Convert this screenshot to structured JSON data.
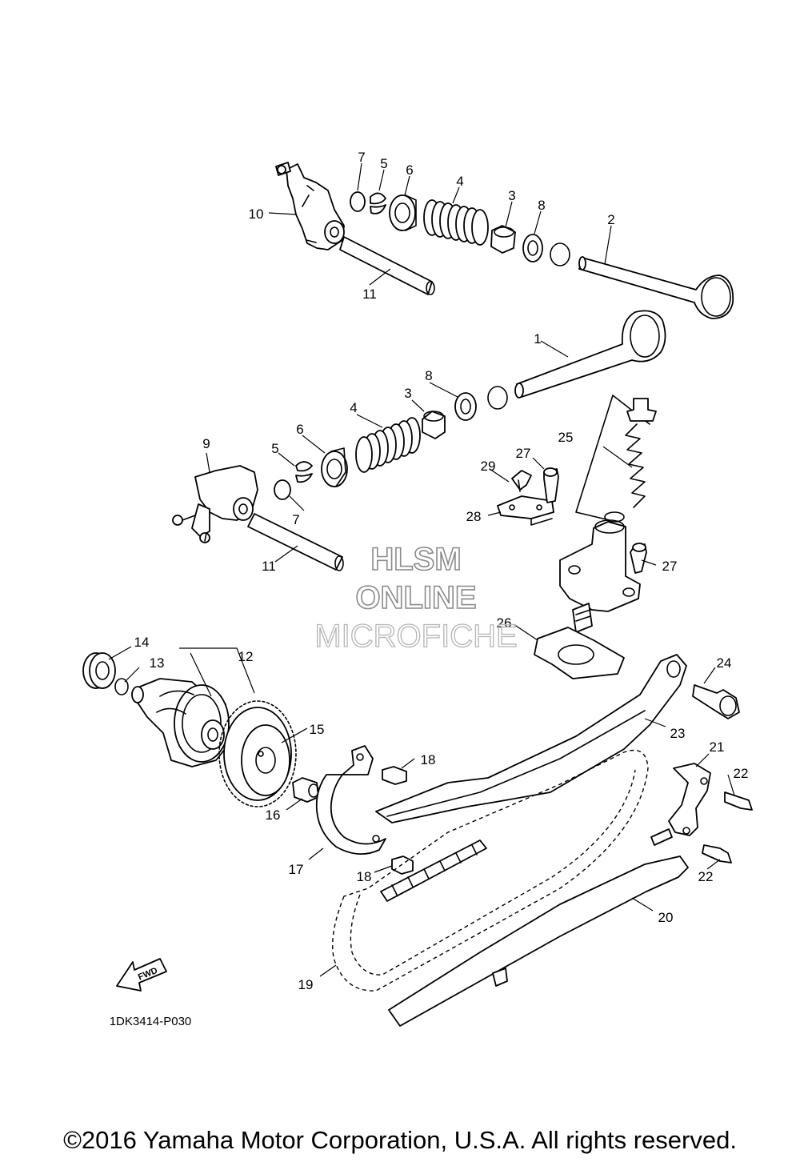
{
  "callouts": [
    {
      "id": "c7a",
      "text": "7"
    },
    {
      "id": "c5a",
      "text": "5"
    },
    {
      "id": "c6a",
      "text": "6"
    },
    {
      "id": "c4a",
      "text": "4"
    },
    {
      "id": "c3a",
      "text": "3"
    },
    {
      "id": "c8a",
      "text": "8"
    },
    {
      "id": "c2",
      "text": "2"
    },
    {
      "id": "c10",
      "text": "10"
    },
    {
      "id": "c11a",
      "text": "11"
    },
    {
      "id": "c1",
      "text": "1"
    },
    {
      "id": "c8b",
      "text": "8"
    },
    {
      "id": "c3b",
      "text": "3"
    },
    {
      "id": "c4b",
      "text": "4"
    },
    {
      "id": "c6b",
      "text": "6"
    },
    {
      "id": "c5b",
      "text": "5"
    },
    {
      "id": "c9",
      "text": "9"
    },
    {
      "id": "c7b",
      "text": "7"
    },
    {
      "id": "c11b",
      "text": "11"
    },
    {
      "id": "c25",
      "text": "25"
    },
    {
      "id": "c27a",
      "text": "27"
    },
    {
      "id": "c29",
      "text": "29"
    },
    {
      "id": "c28",
      "text": "28"
    },
    {
      "id": "c27b",
      "text": "27"
    },
    {
      "id": "c26",
      "text": "26"
    },
    {
      "id": "c14",
      "text": "14"
    },
    {
      "id": "c13",
      "text": "13"
    },
    {
      "id": "c12",
      "text": "12"
    },
    {
      "id": "c24",
      "text": "24"
    },
    {
      "id": "c15",
      "text": "15"
    },
    {
      "id": "c23",
      "text": "23"
    },
    {
      "id": "c18a",
      "text": "18"
    },
    {
      "id": "c21",
      "text": "21"
    },
    {
      "id": "c22a",
      "text": "22"
    },
    {
      "id": "c16",
      "text": "16"
    },
    {
      "id": "c17",
      "text": "17"
    },
    {
      "id": "c18b",
      "text": "18"
    },
    {
      "id": "c22b",
      "text": "22"
    },
    {
      "id": "c20",
      "text": "20"
    },
    {
      "id": "c19",
      "text": "19"
    }
  ],
  "fwd_label": "FWD",
  "diagram_code": "1DK3414-P030",
  "watermark": {
    "line1": "HLSM",
    "line2": "ONLINE",
    "line3": "MICROFICHE"
  },
  "copyright": "©2016 Yamaha Motor Corporation, U.S.A. All rights reserved."
}
